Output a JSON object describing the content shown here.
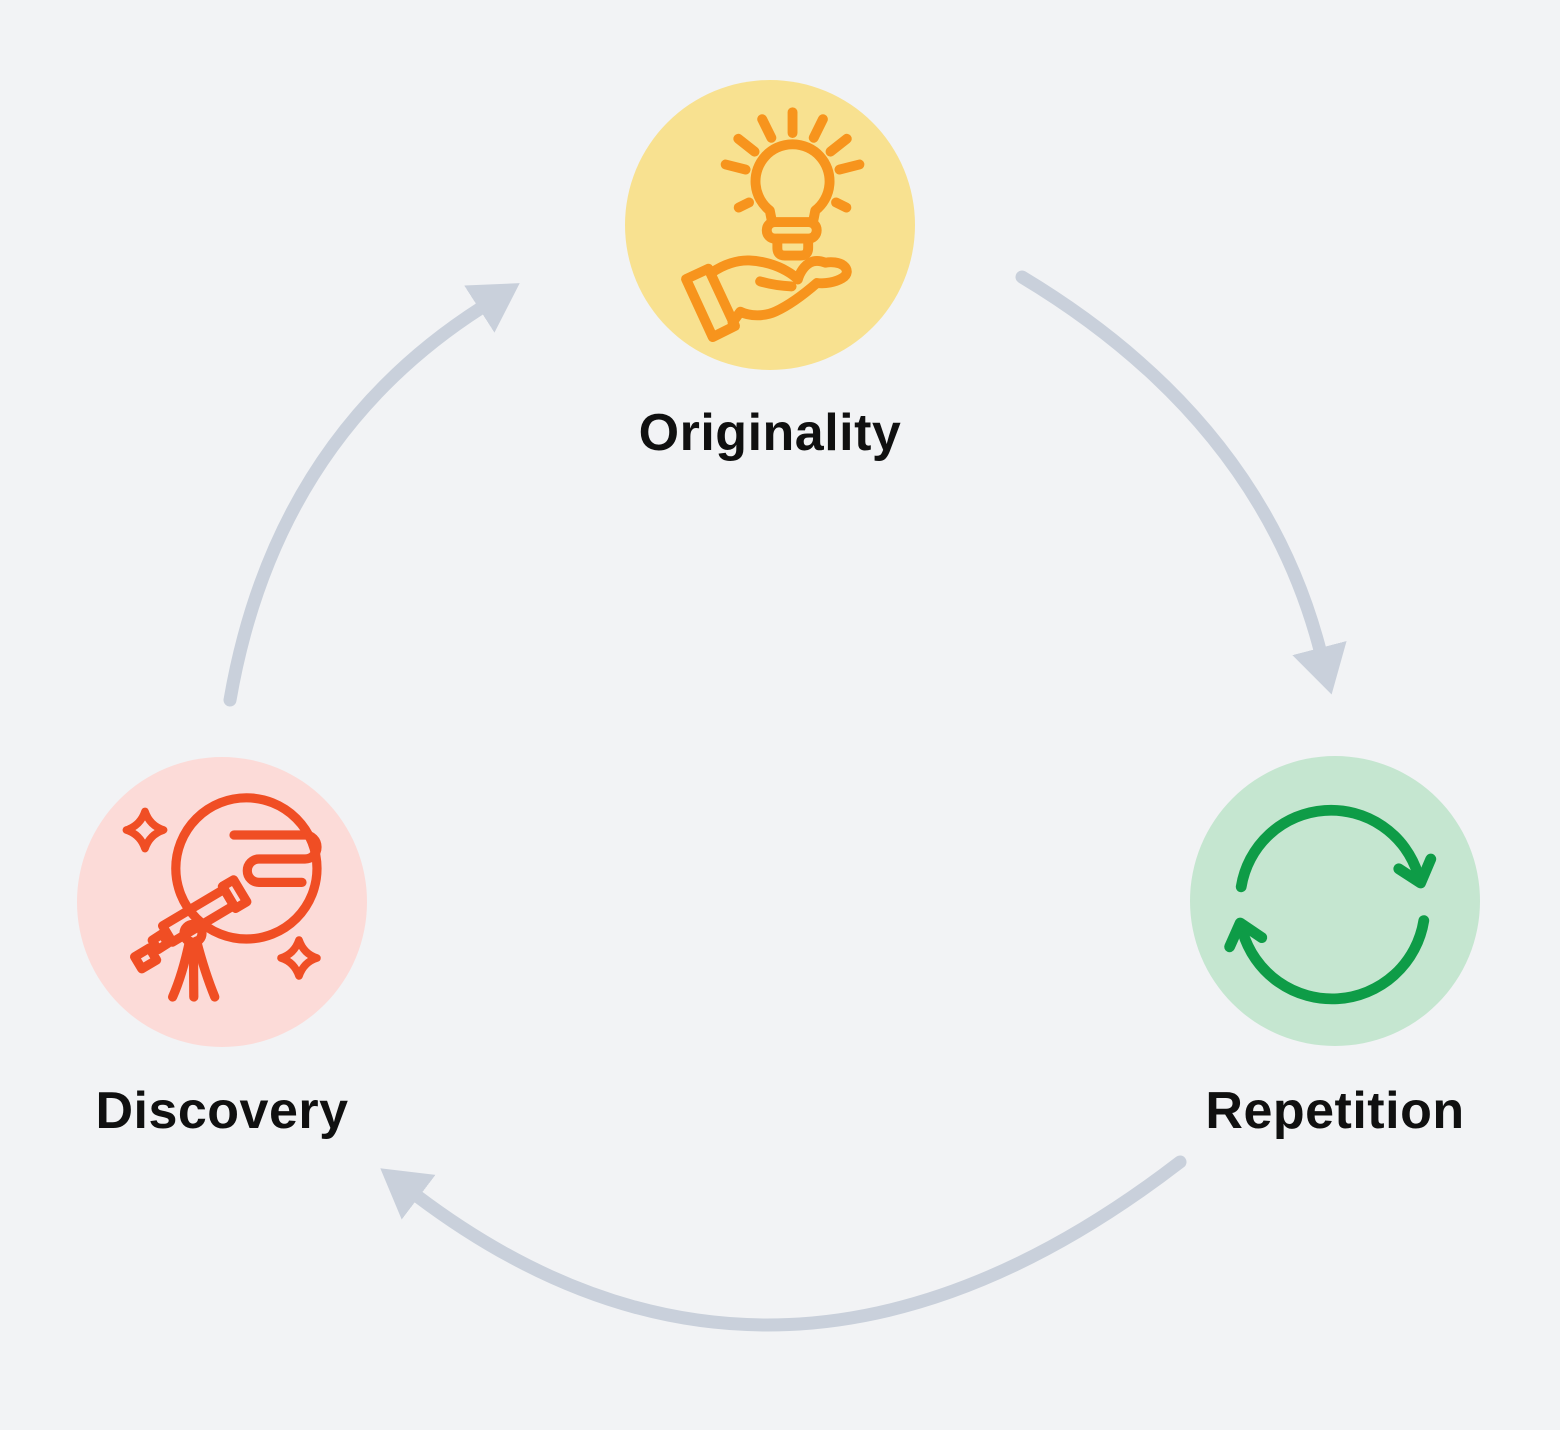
{
  "diagram": {
    "type": "cycle",
    "background": "#F2F3F5"
  },
  "colors": {
    "background": "#F2F3F5",
    "arrow": "#C9D0DB",
    "text": "#101010",
    "originality_bg": "#F8E190",
    "originality_icon": "#F7941D",
    "repetition_bg": "#C5E6D0",
    "repetition_icon": "#0E9C47",
    "discovery_bg": "#FCDBD8",
    "discovery_icon": "#F04E24"
  },
  "nodes": [
    {
      "id": "originality",
      "label": "Originality",
      "icon": "lightbulb-in-hand-icon",
      "position": "top-center"
    },
    {
      "id": "repetition",
      "label": "Repetition",
      "icon": "cycle-arrows-icon",
      "position": "bottom-right"
    },
    {
      "id": "discovery",
      "label": "Discovery",
      "icon": "telescope-planet-icon",
      "position": "bottom-left"
    }
  ],
  "arrows": [
    {
      "from": "originality",
      "to": "repetition"
    },
    {
      "from": "repetition",
      "to": "discovery"
    },
    {
      "from": "discovery",
      "to": "originality"
    }
  ]
}
